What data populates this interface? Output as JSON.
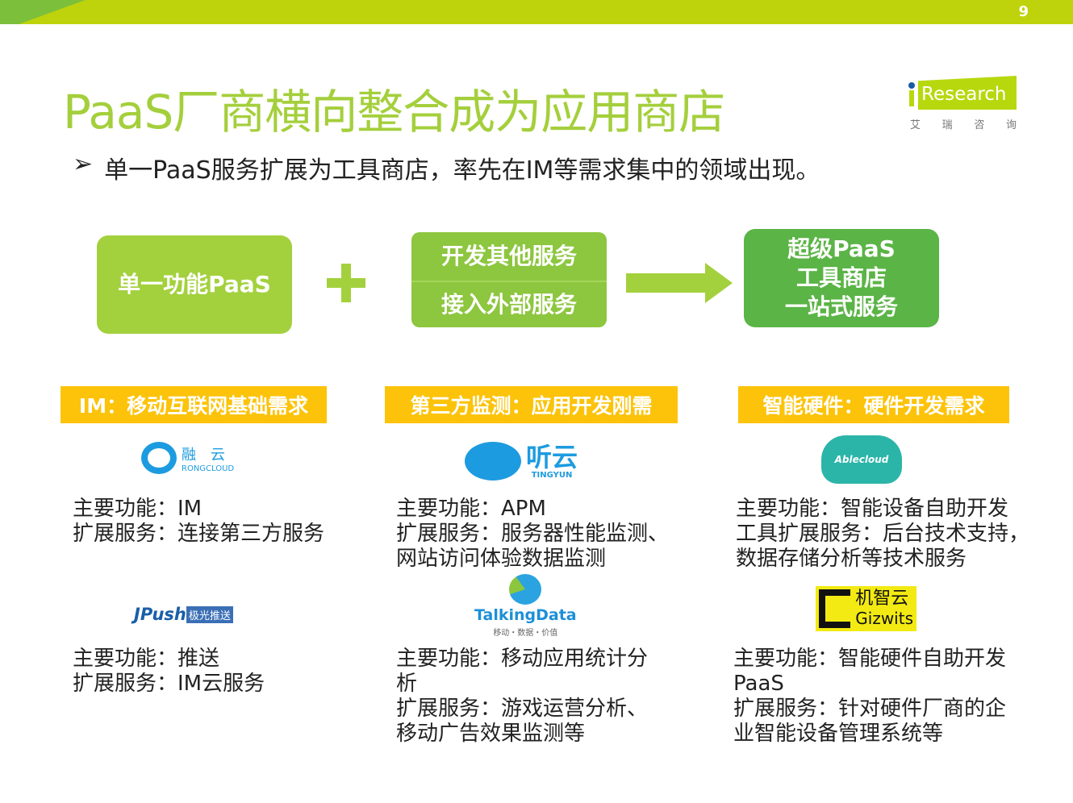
{
  "page_number": "9",
  "title": "PaaS厂商横向整合成为应用商店",
  "brand": {
    "name": "iResearch",
    "name_text": "Research",
    "cn": [
      "艾",
      "瑞",
      "咨",
      "询"
    ]
  },
  "bullet": "单一PaaS服务扩展为工具商店，率先在IM等需求集中的领域出现。",
  "flow": {
    "single": "单一功能PaaS",
    "develop": "开发其他服务",
    "access": "接入外部服务",
    "result": [
      "超级PaaS",
      "工具商店",
      "一站式服务"
    ]
  },
  "columns": [
    {
      "label": "IM：移动互联网基础需求",
      "items": [
        {
          "logo": {
            "cn": "融　云",
            "en": "RONGCLOUD"
          },
          "main": "主要功能：IM",
          "ext": "扩展服务：连接第三方服务"
        },
        {
          "logo": {
            "en": "JPush",
            "cn": "极光推送"
          },
          "main": "主要功能：推送",
          "ext": "扩展服务：IM云服务"
        }
      ]
    },
    {
      "label": "第三方监测：应用开发刚需",
      "items": [
        {
          "logo": {
            "cn": "听云",
            "en": "TINGYUN"
          },
          "main": "主要功能：APM",
          "ext": "扩展服务：服务器性能监测、\n网站访问体验数据监测"
        },
        {
          "logo": {
            "en": "TalkingData",
            "cn": "移动・数据・价值"
          },
          "main": "主要功能：移动应用统计分\n析",
          "ext": "扩展服务：游戏运营分析、\n移动广告效果监测等"
        }
      ]
    },
    {
      "label": "智能硬件：硬件开发需求",
      "items": [
        {
          "logo": {
            "en": "Ablecloud"
          },
          "main": "主要功能：智能设备自助开发",
          "ext": "工具扩展服务：后台技术支持，\n数据存储分析等技术服务"
        },
        {
          "logo": {
            "cn": "机智云",
            "en": "Gizwits"
          },
          "main": "主要功能：智能硬件自助开发\nPaaS",
          "ext": "扩展服务：针对硬件厂商的企\n业智能设备管理系统等"
        }
      ]
    }
  ]
}
